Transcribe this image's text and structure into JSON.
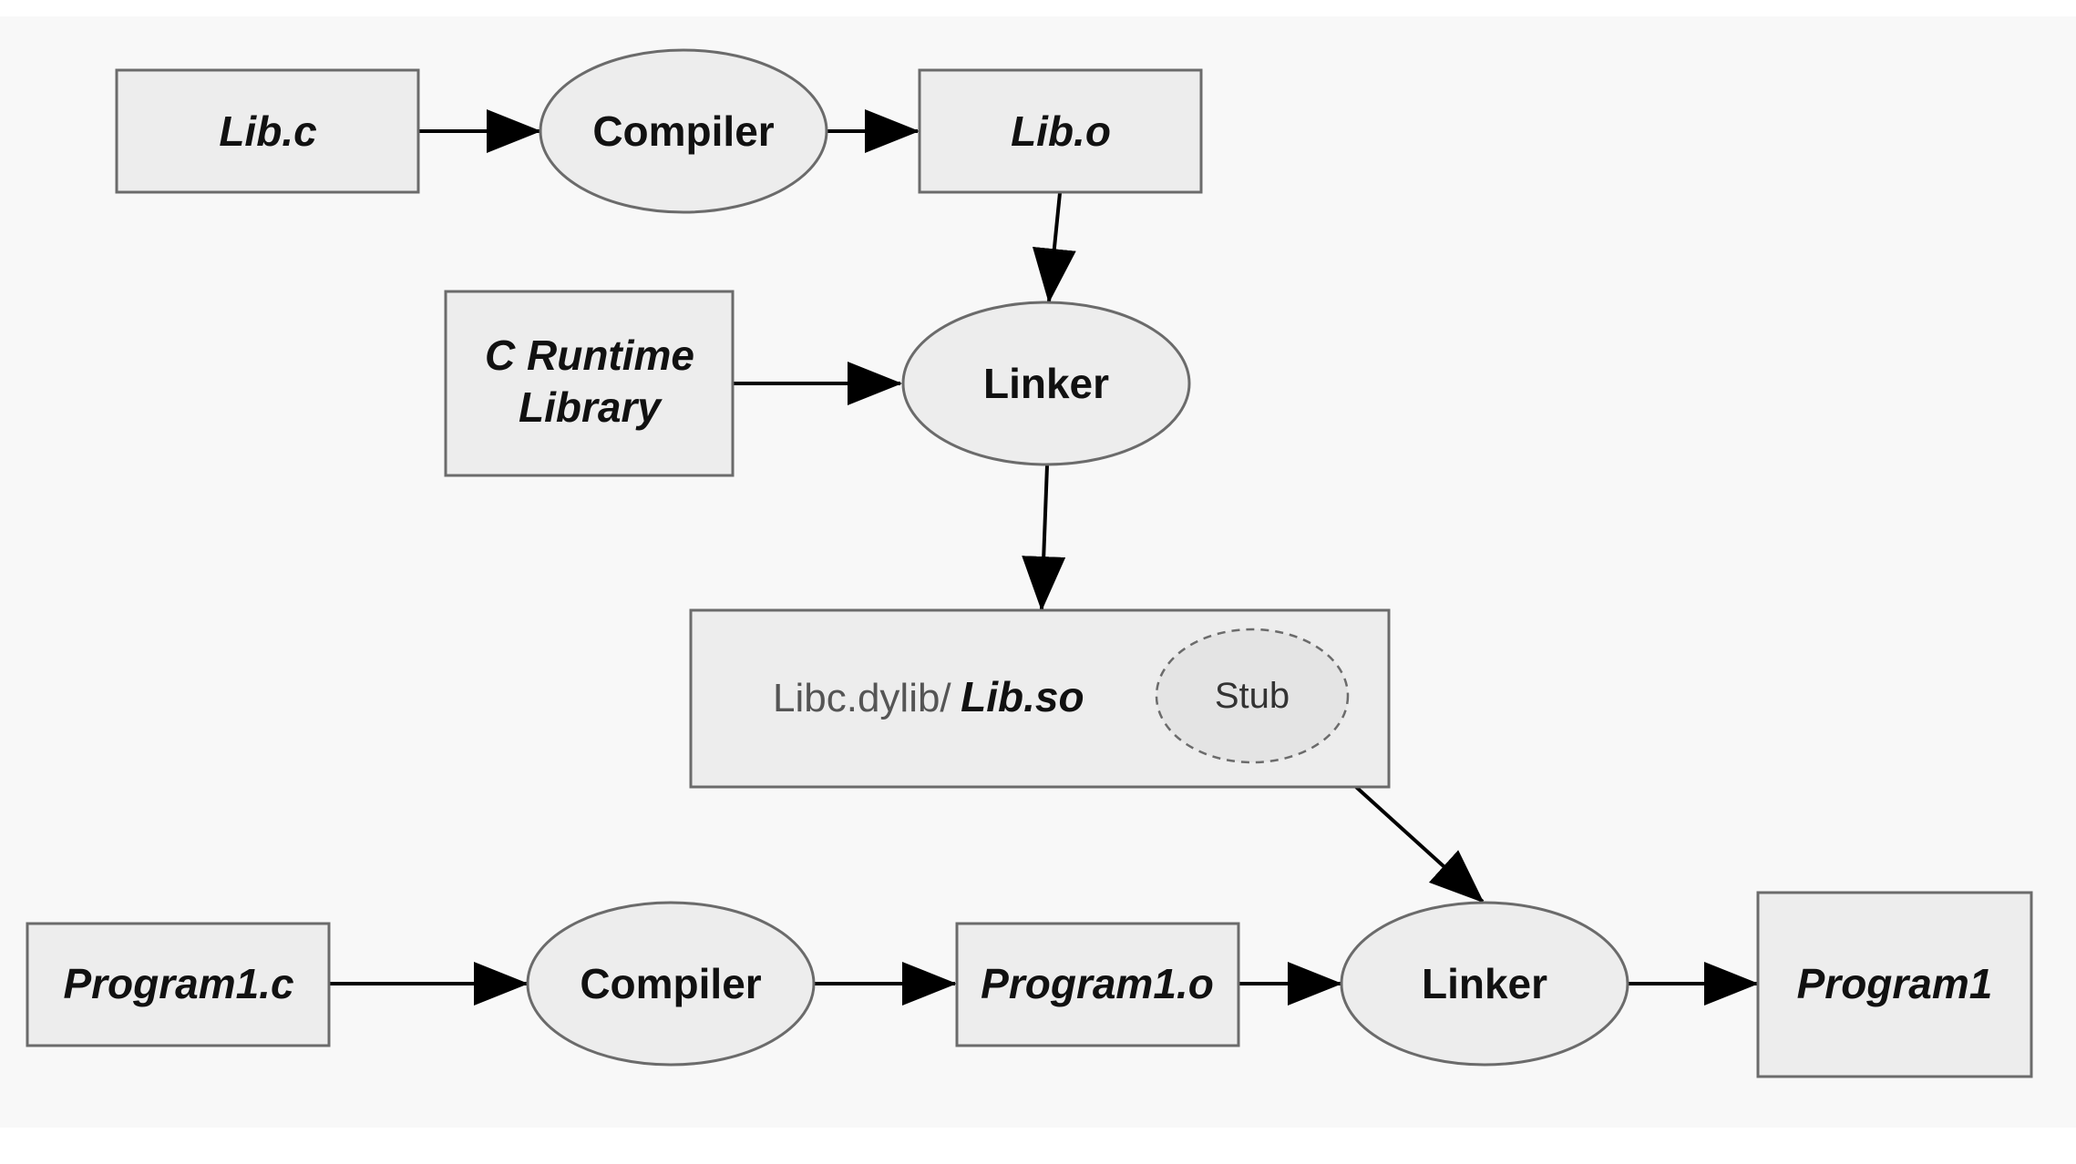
{
  "nodes": {
    "lib_c": "Lib.c",
    "compiler_top": "Compiler",
    "lib_o": "Lib.o",
    "c_runtime_line1": "C Runtime",
    "c_runtime_line2": "Library",
    "linker_top": "Linker",
    "shared_lib_prefix": "Libc.dylib/",
    "shared_lib_name": "Lib.so",
    "stub": "Stub",
    "program1_c": "Program1.c",
    "compiler_bottom": "Compiler",
    "program1_o": "Program1.o",
    "linker_bottom": "Linker",
    "program1": "Program1"
  },
  "colors": {
    "background": "#f8f8f8",
    "node_fill": "#ededed",
    "node_stroke": "#6b6b6b",
    "edge": "#000000"
  }
}
